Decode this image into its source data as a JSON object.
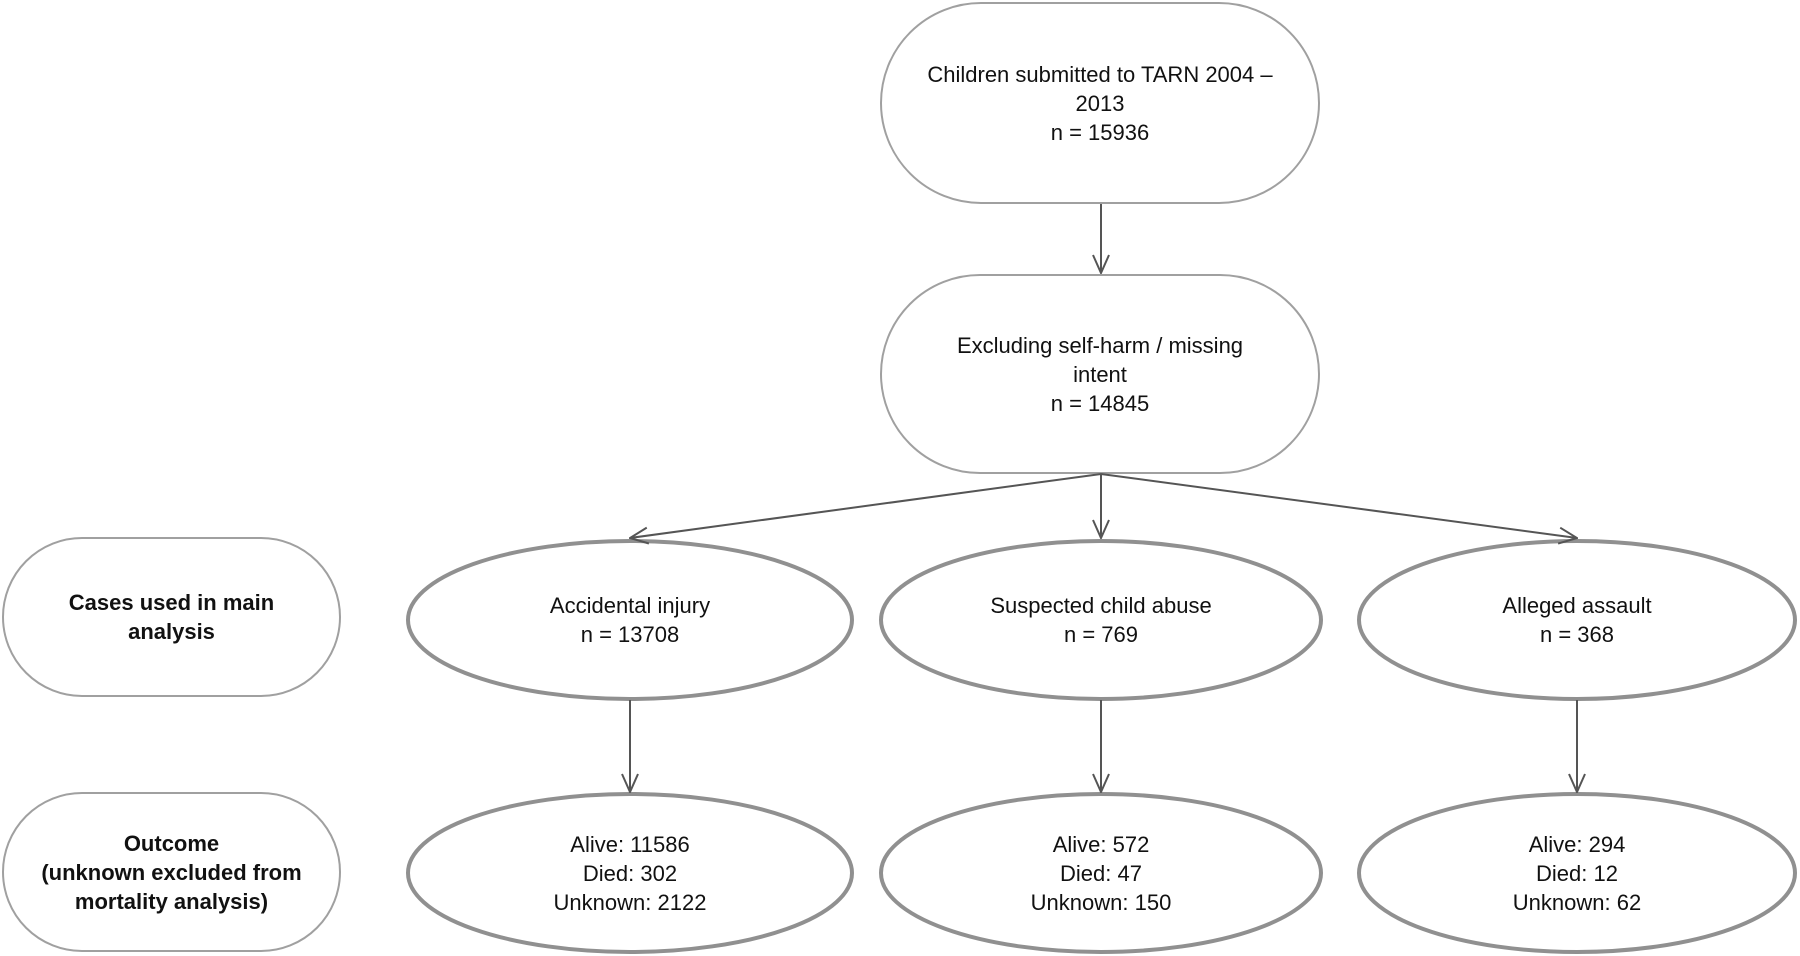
{
  "diagram": {
    "colors": {
      "rounded_node_stroke": "#a0a0a0",
      "ellipse_stroke": "#909090",
      "arrow": "#555555",
      "text": "#111111",
      "background": "#ffffff"
    },
    "nodes": {
      "submitted": {
        "line1": "Children submitted to TARN 2004 –",
        "line2": "2013",
        "line3": "n = 15936"
      },
      "excluding": {
        "line1": "Excluding self-harm / missing",
        "line2": "intent",
        "line3": "n = 14845"
      },
      "accidental": {
        "line1": "Accidental injury",
        "line2": "n = 13708"
      },
      "abuse": {
        "line1": "Suspected child abuse",
        "line2": "n = 769"
      },
      "assault": {
        "line1": "Alleged assault",
        "line2": "n = 368"
      },
      "accidental_outcome": {
        "alive": "Alive: 11586",
        "died": "Died: 302",
        "unknown": "Unknown: 2122"
      },
      "abuse_outcome": {
        "alive": "Alive: 572",
        "died": "Died: 47",
        "unknown": "Unknown: 150"
      },
      "assault_outcome": {
        "alive": "Alive: 294",
        "died": "Died: 12",
        "unknown": "Unknown: 62"
      }
    },
    "row_labels": {
      "main_analysis": {
        "line1": "Cases used in main",
        "line2": "analysis"
      },
      "outcome": {
        "line1": "Outcome",
        "line2": "(unknown excluded from",
        "line3": "mortality analysis)"
      }
    }
  }
}
